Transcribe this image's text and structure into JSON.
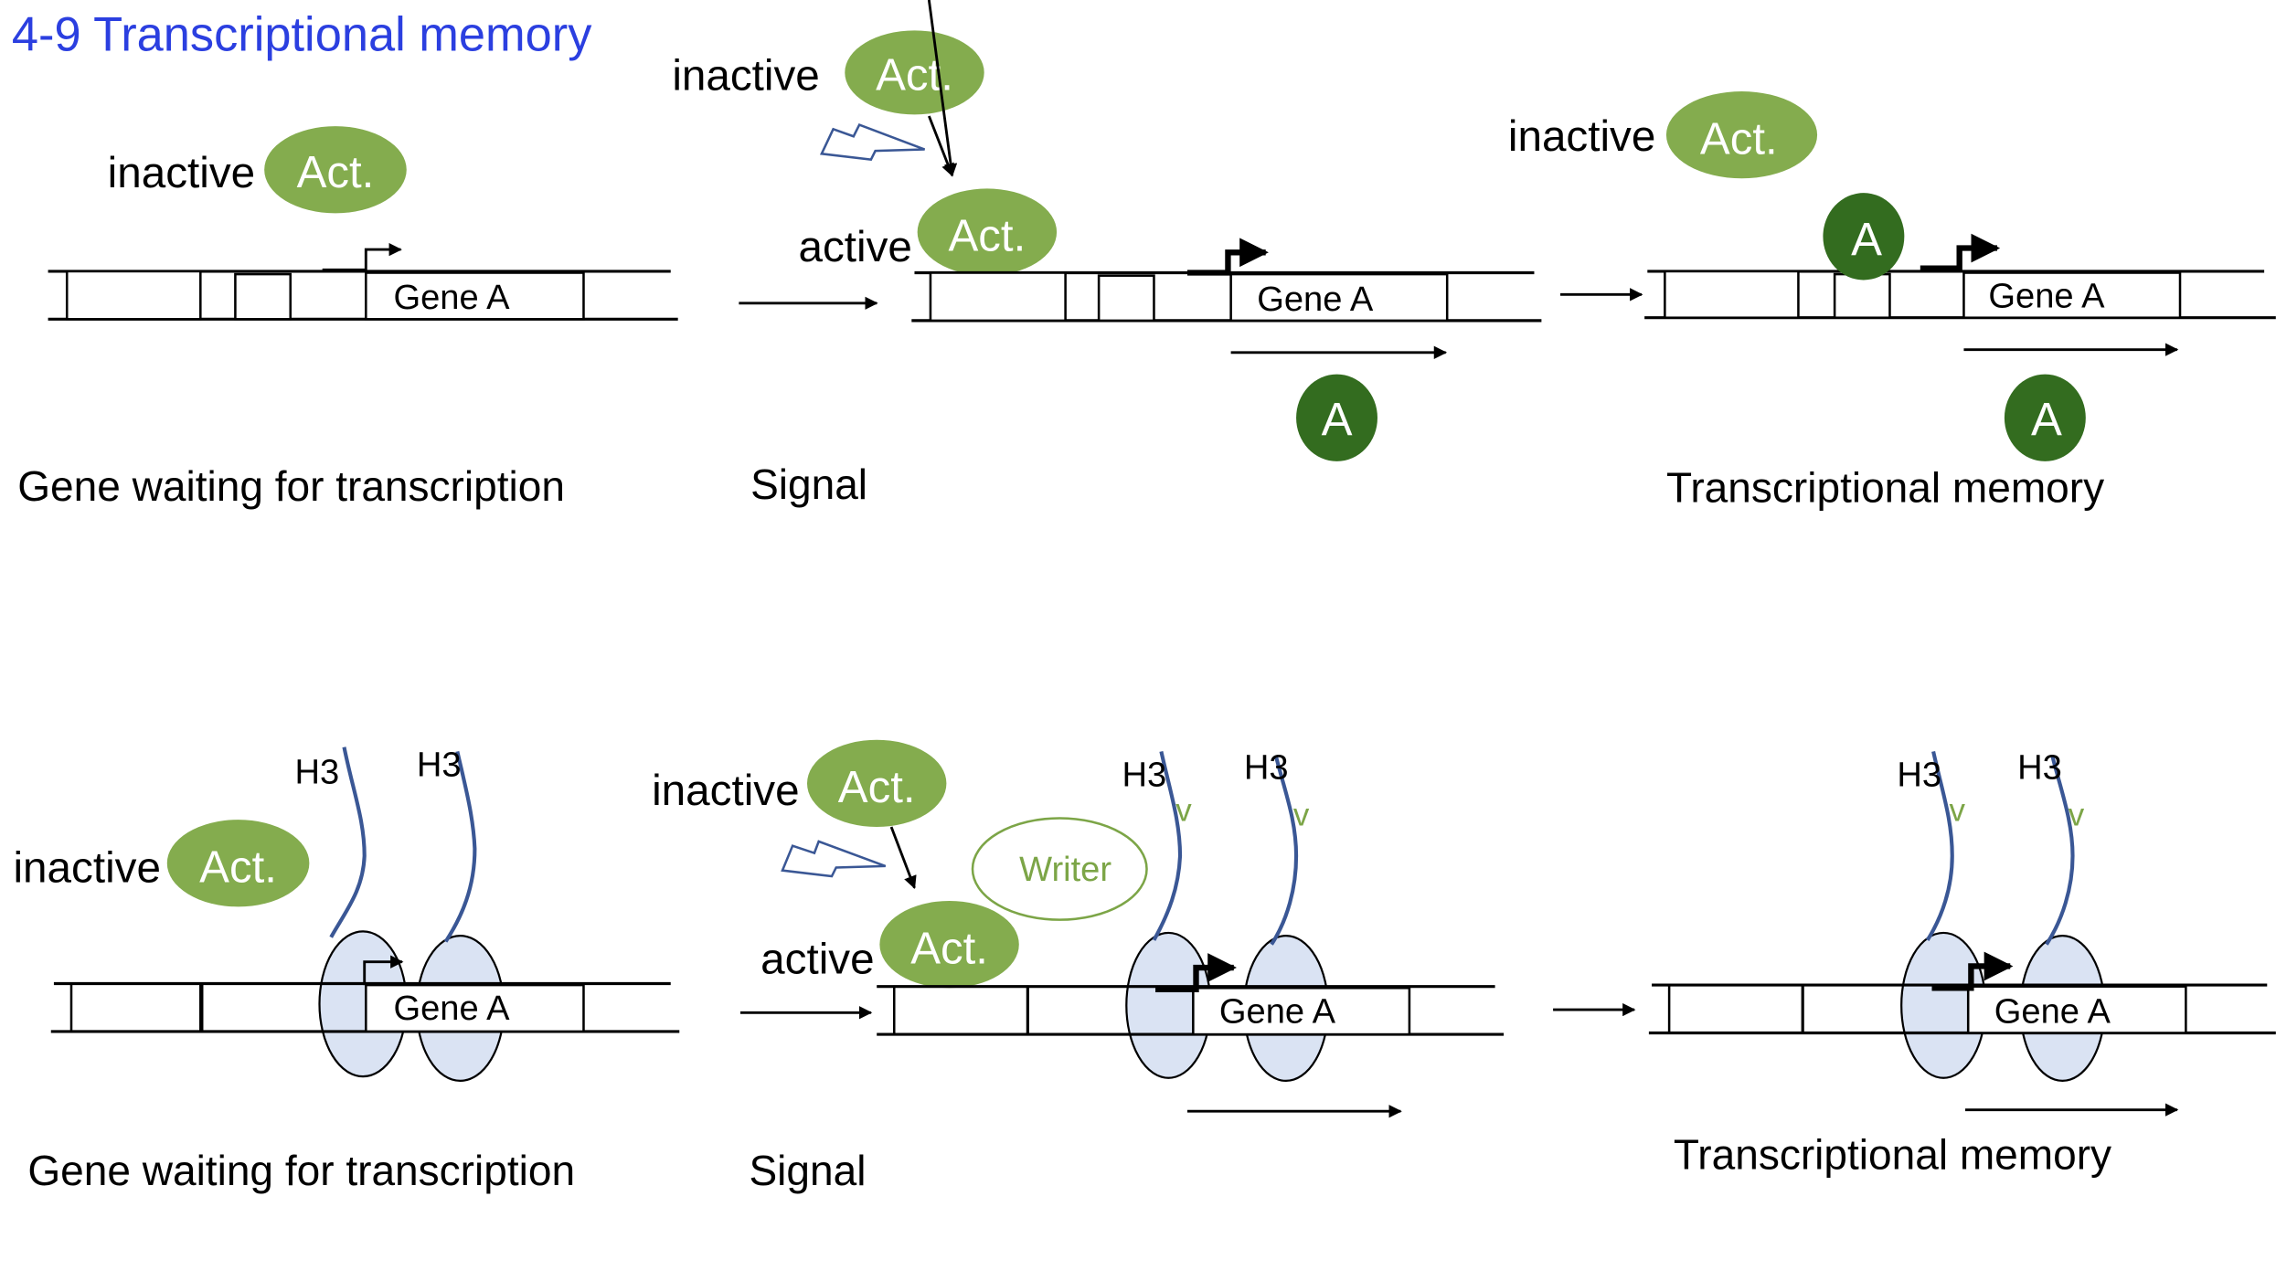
{
  "title": "4-9 Transcriptional memory",
  "colors": {
    "title": "#2B3FE0",
    "activator": "#84AC4E",
    "product_A": "#336C1F",
    "writer_outline": "#7CA547",
    "nucleosome_fill": "#DAE3F3",
    "histone_tail": "#3A5795",
    "signal_bolt": "#3A5795"
  },
  "labels": {
    "inactive": "inactive",
    "active": "active",
    "activator": "Act.",
    "gene": "Gene A",
    "product": "A",
    "histone": "H3",
    "mark": "v",
    "writer": "Writer"
  },
  "top_row": {
    "panels": [
      {
        "caption": "Gene waiting for transcription"
      },
      {
        "caption": "Signal"
      },
      {
        "caption": "Transcriptional memory"
      }
    ]
  },
  "bottom_row": {
    "panels": [
      {
        "caption": "Gene waiting for transcription"
      },
      {
        "caption": "Signal"
      },
      {
        "caption": "Transcriptional memory"
      }
    ]
  }
}
